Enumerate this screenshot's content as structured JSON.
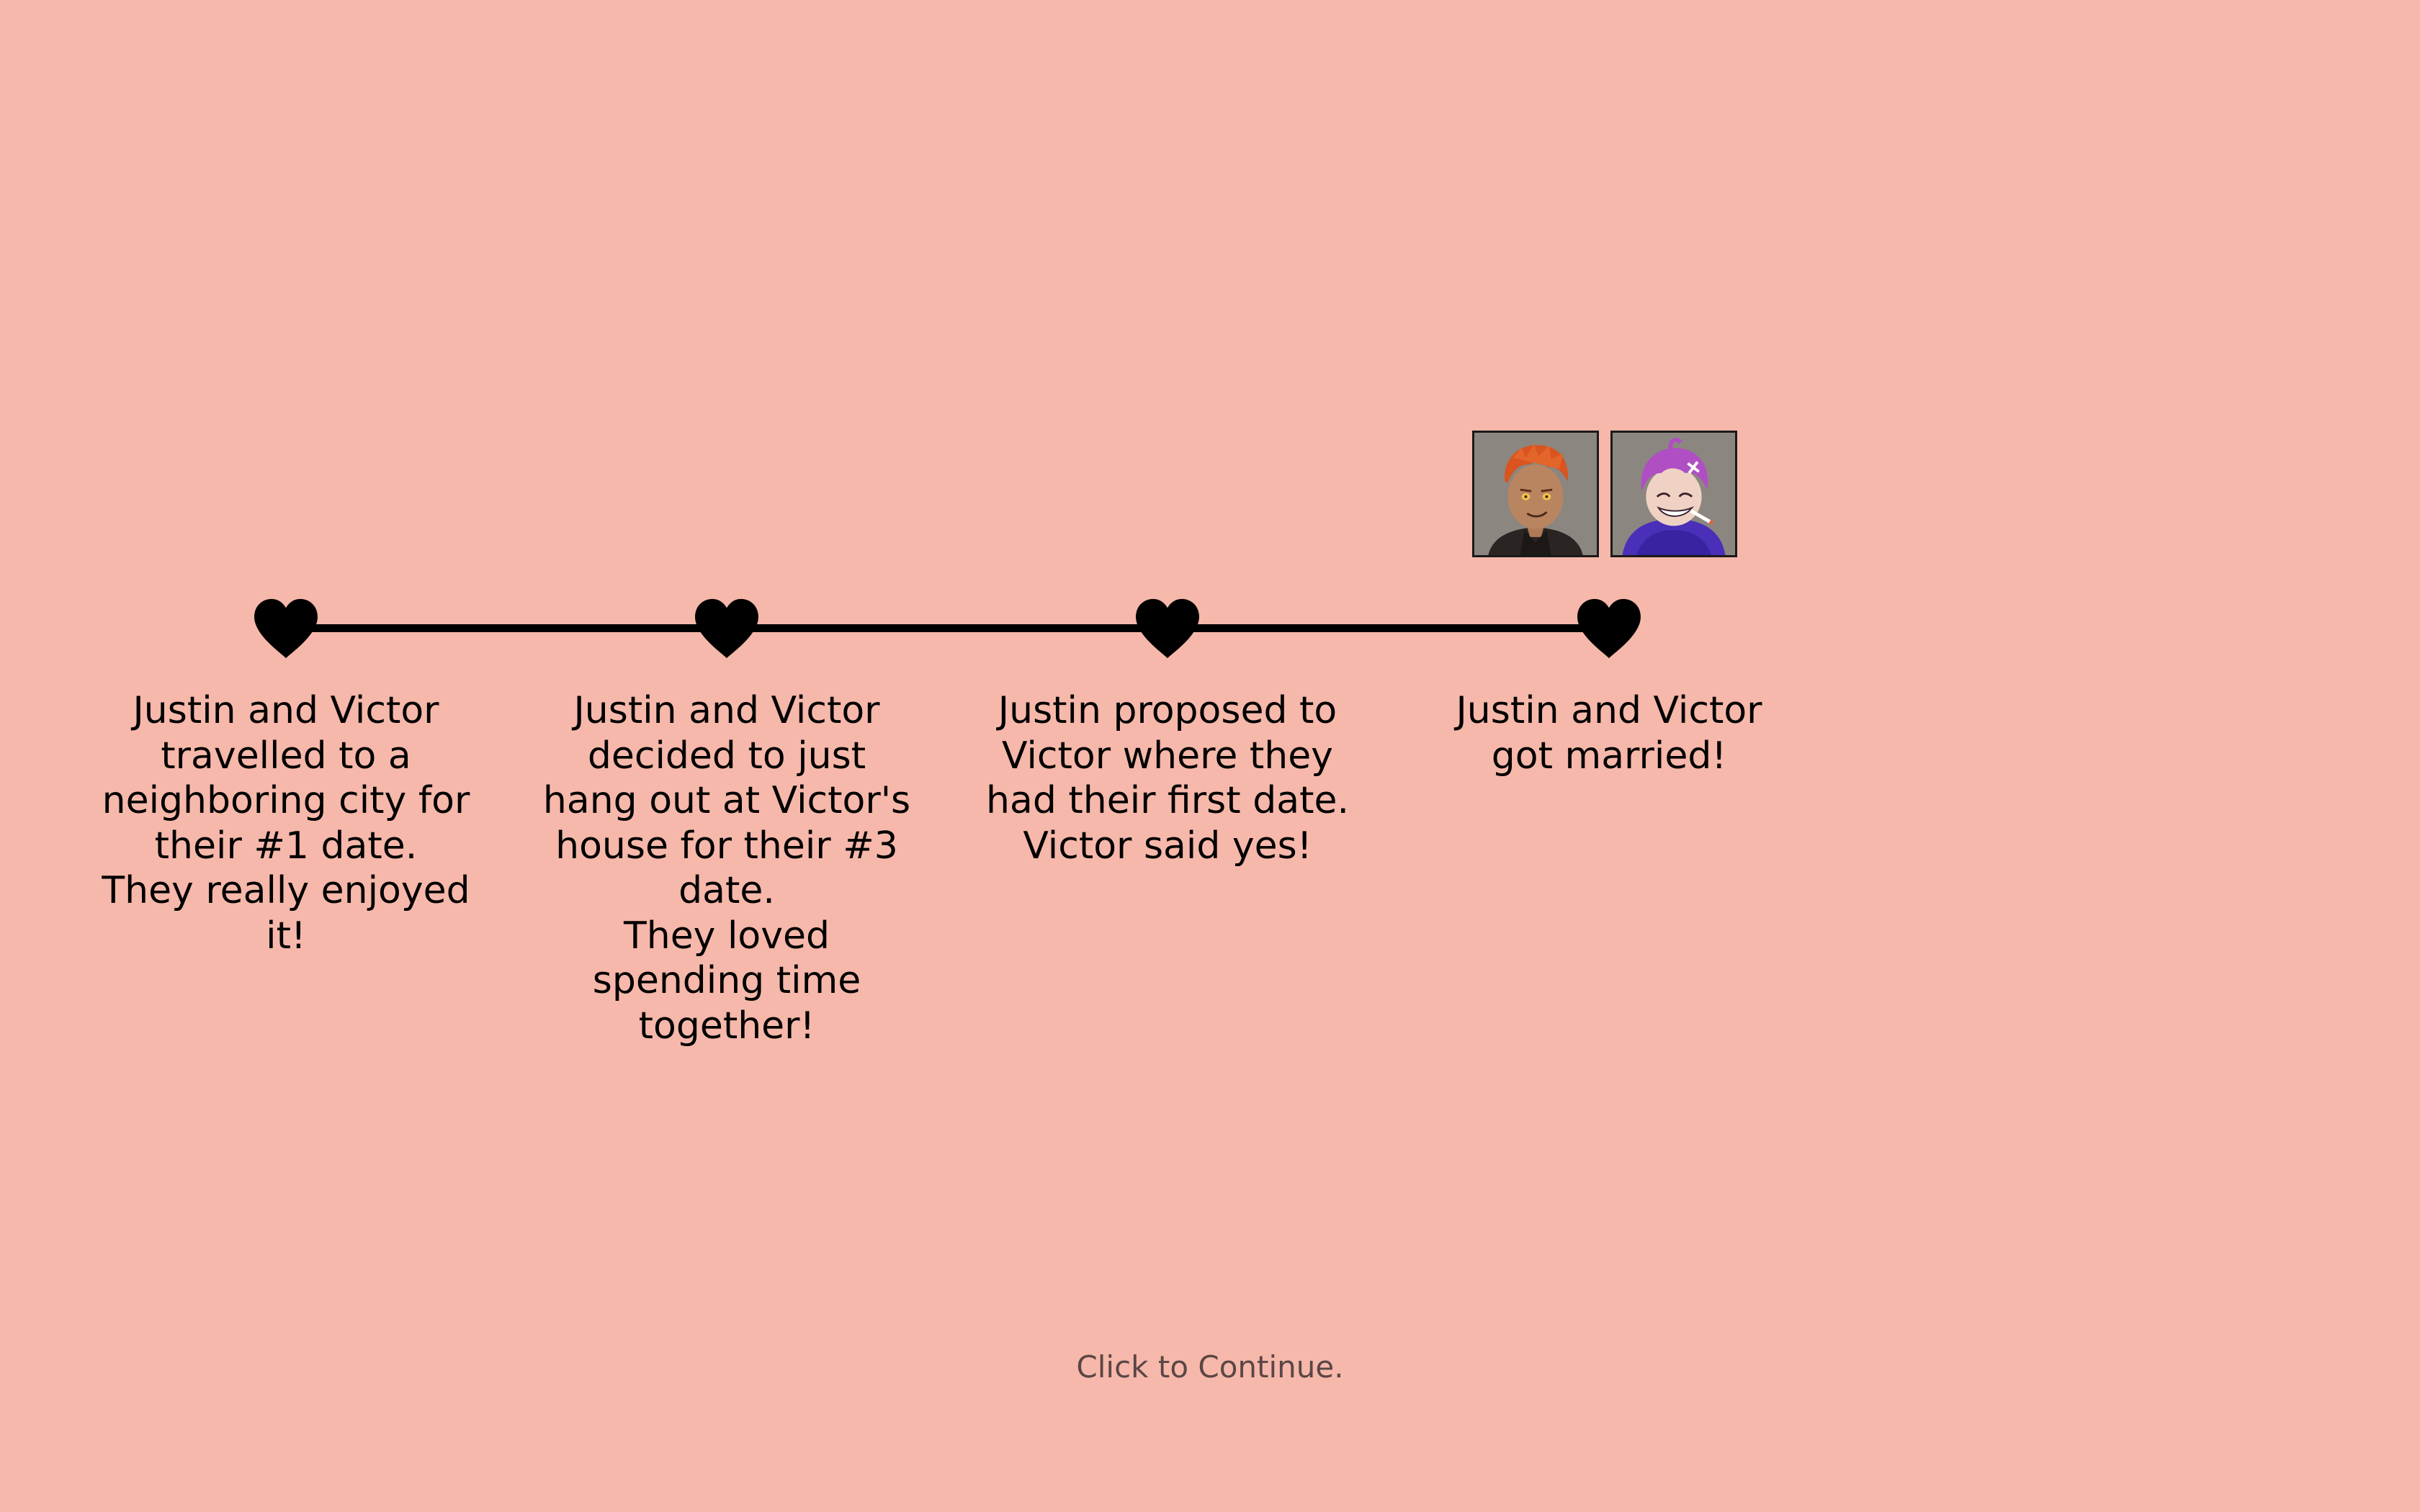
{
  "timeline": {
    "events": [
      {
        "text": "Justin and Victor\ntravelled to a\nneighboring city for\ntheir #1 date.\nThey really enjoyed\nit!"
      },
      {
        "text": "Justin and Victor\ndecided to just\nhang out at Victor's\nhouse for their #3\ndate.\nThey loved\nspending time\ntogether!"
      },
      {
        "text": "Justin proposed to\nVictor where they\nhad their first date.\nVictor said yes!"
      },
      {
        "text": "Justin and Victor\ngot married!"
      }
    ],
    "marker_icon": "heart-icon",
    "line_color": "#000000"
  },
  "portraits": [
    {
      "icon": "justin-portrait",
      "bg_color": "#8c8680",
      "hair_color": "#d9541e"
    },
    {
      "icon": "victor-portrait",
      "bg_color": "#8c8680",
      "hair_color": "#b04ec4"
    }
  ],
  "footer": {
    "continue_label": "Click to Continue."
  },
  "colors": {
    "background": "#f6b8aa",
    "text": "#000000",
    "continue_text": "#5a4646"
  }
}
